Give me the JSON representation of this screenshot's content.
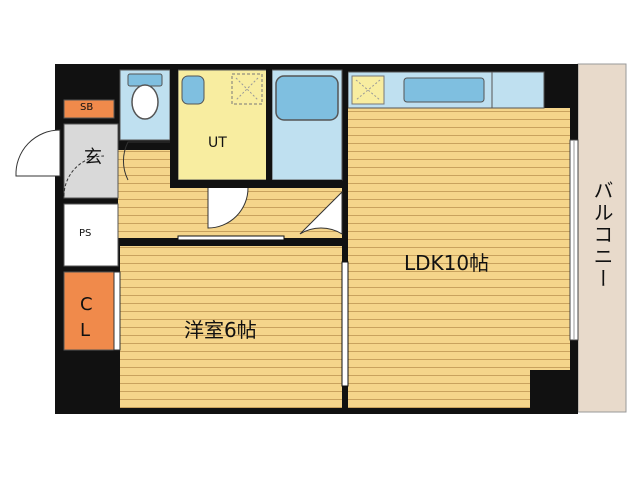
{
  "rooms": {
    "ldk": "LDK10帖",
    "western": "洋室6帖",
    "ut": "UT",
    "entrance": "玄",
    "sb": "SB",
    "ps": "PS",
    "cl": "C\nL",
    "balcony": "バルコニー"
  },
  "colors": {
    "wall": "#111111",
    "floor": "#f5d58b",
    "floor_line": "#c9a25e",
    "ut_floor": "#f8eda0",
    "wet": "#bfe0f0",
    "fixture": "#7fbfe0",
    "storage": "#f08a4b",
    "balcony": "#e8dacb",
    "entrance_floor": "#d9d9d9",
    "window": "#a9a9a9"
  },
  "icons": [
    "toilet-icon",
    "washbasin-icon",
    "washer-icon",
    "bathtub-icon",
    "stove-icon",
    "sink-icon",
    "door-swing-icon"
  ]
}
